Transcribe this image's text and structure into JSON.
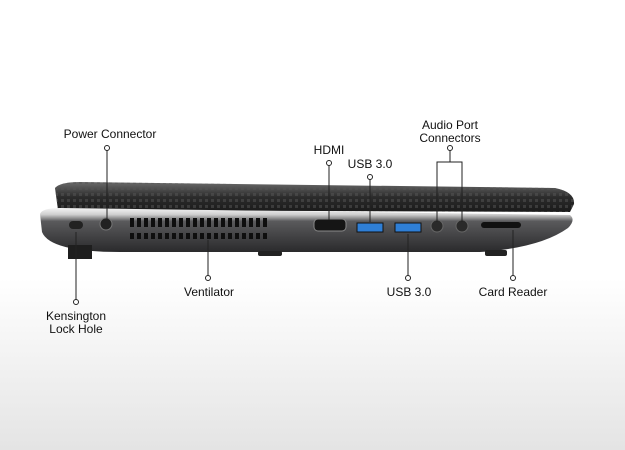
{
  "labels": {
    "power_connector": "Power Connector",
    "hdmi": "HDMI",
    "usb_top": "USB 3.0",
    "audio_line1": "Audio Port",
    "audio_line2": "Connectors",
    "kensington_line1": "Kensington",
    "kensington_line2": "Lock Hole",
    "ventilator": "Ventilator",
    "usb_bottom": "USB 3.0",
    "card_reader": "Card Reader"
  },
  "colors": {
    "usb_port": "#2f7fd6",
    "body": "#3a3a3c",
    "rim": "#e8e8e8"
  }
}
